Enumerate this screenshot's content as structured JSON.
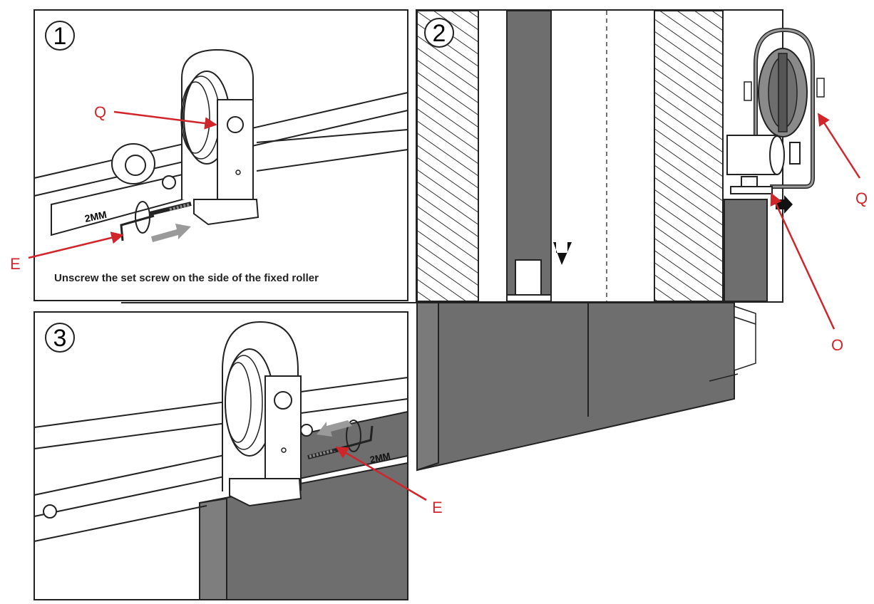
{
  "panels": [
    {
      "step": "1",
      "caption": "Unscrew the set screw on the side of the fixed roller",
      "plate_label": "2MM",
      "callouts": [
        "Q",
        "E"
      ]
    },
    {
      "step": "2",
      "callouts": [
        "Q",
        "O"
      ]
    },
    {
      "step": "3",
      "plate_label": "2MM",
      "callouts": [
        "E"
      ]
    }
  ],
  "colors": {
    "callout": "#d0252a",
    "door": "#6e6e6e",
    "door_dark": "#555555",
    "line": "#222222",
    "hatch": "#333333"
  }
}
